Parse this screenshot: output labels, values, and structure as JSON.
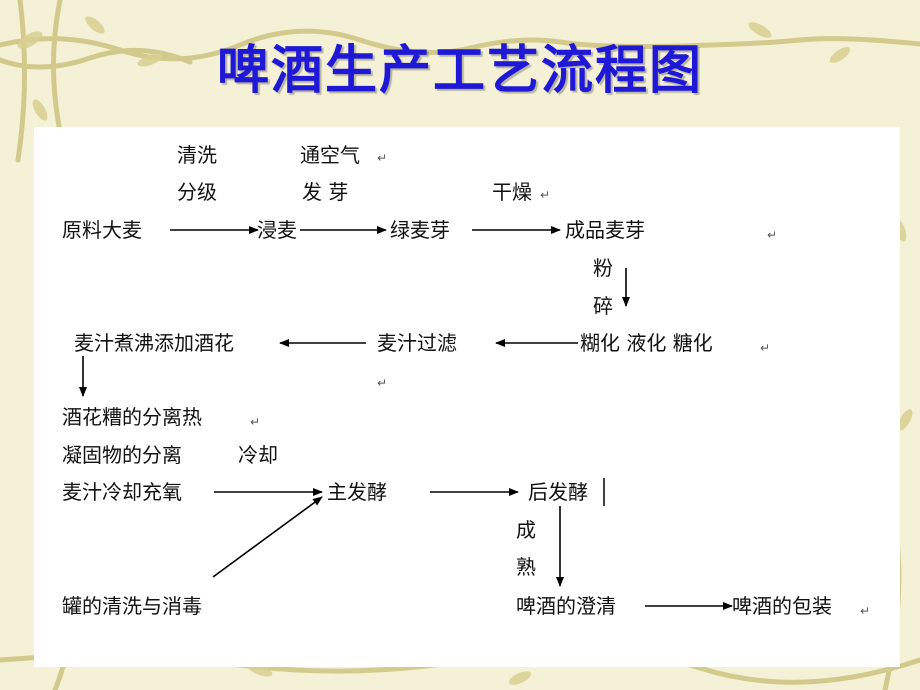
{
  "title": "啤酒生产工艺流程图",
  "steps": {
    "qingxi": "清洗",
    "tongkongqi": "通空气",
    "fenji": "分级",
    "faya": "发 芽",
    "ganzao": "干燥",
    "yuanliao": "原料大麦",
    "jinmai": "浸麦",
    "lvmaiya": "绿麦芽",
    "chengpin": "成品麦芽",
    "fen": "粉",
    "sui": "碎",
    "zhufei": "麦汁煮沸添加酒花",
    "guolv": "麦汁过滤",
    "tanghua": "糊化  液化  糖化",
    "zaoli": "酒花糟的分离热",
    "ningu": "凝固物的分离",
    "lengque": "冷却",
    "chongyang": "麦汁冷却充氧",
    "zhufajiao": "主发酵",
    "houfajiao": "后发酵",
    "cheng": "成",
    "shu": "熟",
    "guanqingxi": "罐的清洗与消毒",
    "chengqing": "啤酒的澄清",
    "baozhuang": "啤酒的包装"
  },
  "colors": {
    "title": "#1f18d6",
    "background": "#f4f1d6",
    "vine": "#c9bf78",
    "ink": "#111111"
  }
}
